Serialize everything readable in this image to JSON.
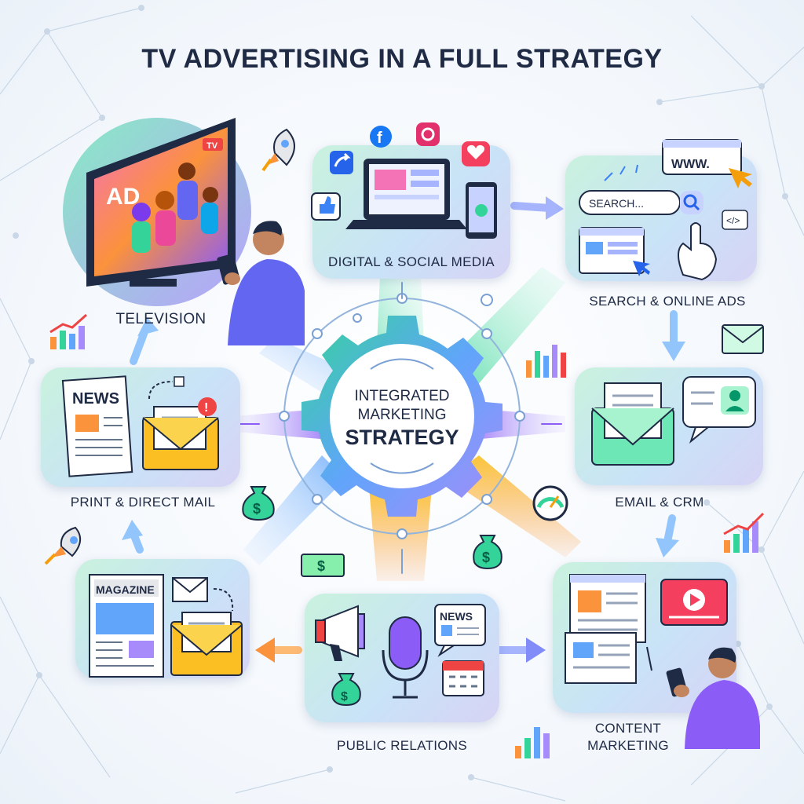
{
  "title": "TV ADVERTISING IN A FULL STRATEGY",
  "center": {
    "line1": "INTEGRATED",
    "line2": "MARKETING",
    "line3": "STRATEGY"
  },
  "nodes": {
    "television": "TELEVISION",
    "digital_social": "DIGITAL & SOCIAL MEDIA",
    "search_online": "SEARCH & ONLINE ADS",
    "email_crm": "EMAIL & CRM",
    "print_mail": "PRINT & DIRECT MAIL",
    "public_relations": "PUBLIC RELATIONS",
    "content_line1": "CONTENT",
    "content_line2": "MARKETING"
  },
  "illustration_text": {
    "tv_ad": "AD",
    "tv_badge": "TV",
    "search_box": "SEARCH...",
    "www": "WWW.",
    "code": "</>",
    "news_print": "NEWS",
    "magazine": "MAGAZINE",
    "news_pr": "NEWS",
    "facebook": "f",
    "alert": "!"
  },
  "colors": {
    "title": "#1f2a44",
    "accent_blue": "#3b82f6",
    "accent_purple": "#8b5cf6",
    "accent_orange": "#f59e0b",
    "accent_green": "#34d399"
  }
}
